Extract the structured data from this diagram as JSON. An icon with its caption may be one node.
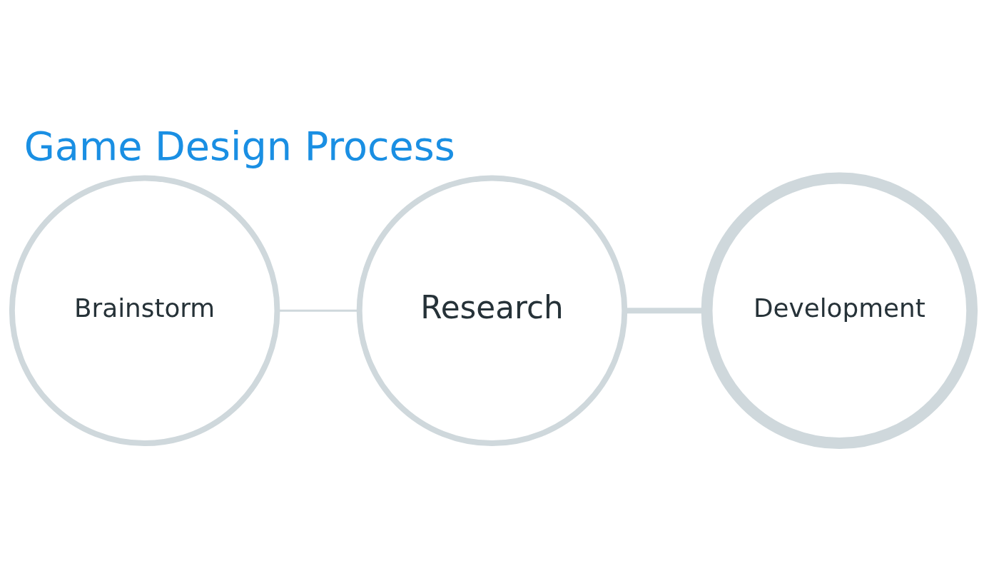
{
  "diagram": {
    "title": "Game Design Process",
    "nodes": [
      {
        "text": [
          "Brainstorm"
        ]
      },
      {
        "text": [
          "Research"
        ]
      },
      {
        "text": [
          "Development"
        ]
      }
    ],
    "edges": [
      {
        "from": 0,
        "to": 1,
        "arrow": "none"
      },
      {
        "from": 1,
        "to": 2,
        "arrow": "none",
        "style": "thick"
      }
    ]
  }
}
